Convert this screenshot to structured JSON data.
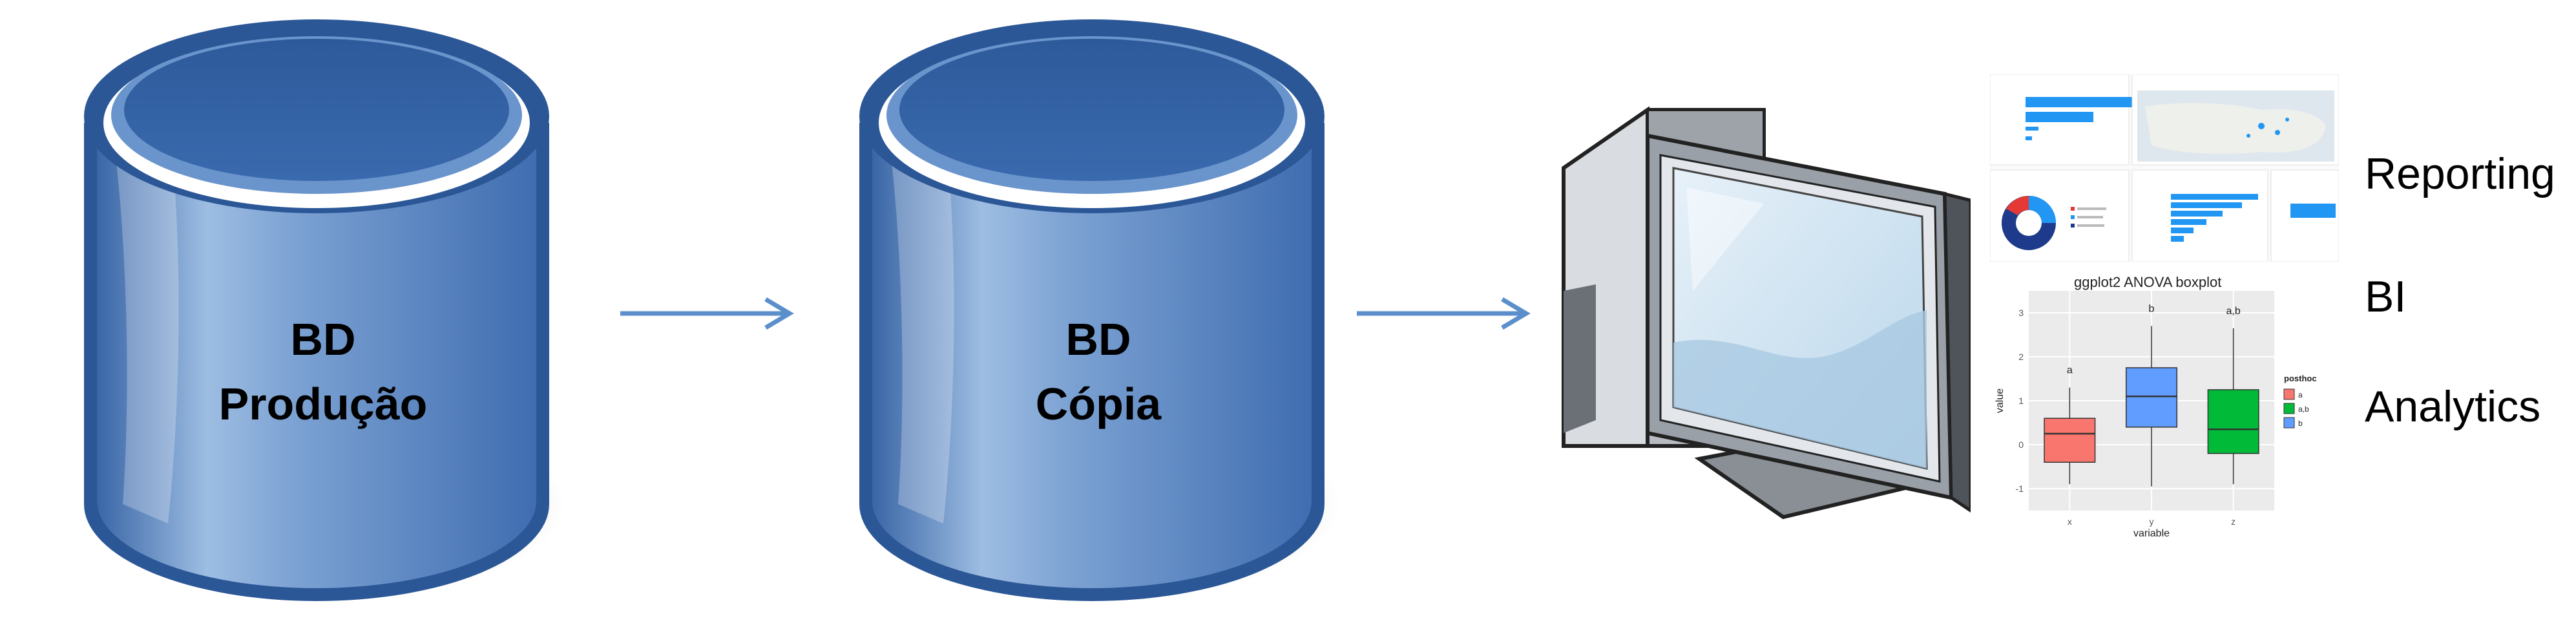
{
  "databases": [
    {
      "line1": "BD",
      "line2": "Produção"
    },
    {
      "line1": "BD",
      "line2": "Cópia"
    }
  ],
  "outputs": [
    "Reporting",
    "BI",
    "Analytics"
  ],
  "colors": {
    "cylinder_dark": "#2b5797",
    "cylinder_mid": "#4a7ab8",
    "cylinder_light": "#9fbfe4",
    "arrow": "#5b8fcc",
    "box_red": "#f8766d",
    "box_green": "#00ba38",
    "box_blue": "#619cff",
    "dashboard_bar": "#2196f3"
  },
  "icons": [
    "database-icon",
    "arrow-right-icon",
    "computer-icon"
  ],
  "boxplot": {
    "title": "ggplot2 ANOVA boxplot",
    "xlabel": "variable",
    "ylabel": "value",
    "legend_title": "posthoc",
    "legend_entries": [
      "a",
      "a,b",
      "b"
    ],
    "y_ticks": [
      "3",
      "2",
      "1",
      "0",
      "-1"
    ],
    "x_ticks": [
      "x",
      "y",
      "z"
    ],
    "letters": [
      "a",
      "b",
      "a,b"
    ]
  },
  "chart_data": {
    "type": "box",
    "title": "ggplot2 ANOVA boxplot",
    "xlabel": "variable",
    "ylabel": "value",
    "ylim": [
      -1.5,
      3.5
    ],
    "categories": [
      "x",
      "y",
      "z"
    ],
    "series": [
      {
        "name": "a",
        "category": "x",
        "min": -0.9,
        "q1": -0.4,
        "median": 0.25,
        "q3": 0.6,
        "max": 1.3,
        "color": "#f8766d"
      },
      {
        "name": "b",
        "category": "y",
        "min": -0.95,
        "q1": 0.4,
        "median": 1.1,
        "q3": 1.75,
        "max": 2.7,
        "color": "#619cff"
      },
      {
        "name": "a,b",
        "category": "z",
        "min": -0.9,
        "q1": -0.2,
        "median": 0.35,
        "q3": 1.25,
        "max": 2.65,
        "color": "#00ba38"
      }
    ],
    "annotations": [
      "a",
      "b",
      "a,b"
    ],
    "legend": {
      "title": "posthoc",
      "entries": [
        "a",
        "a,b",
        "b"
      ],
      "position": "right"
    }
  }
}
